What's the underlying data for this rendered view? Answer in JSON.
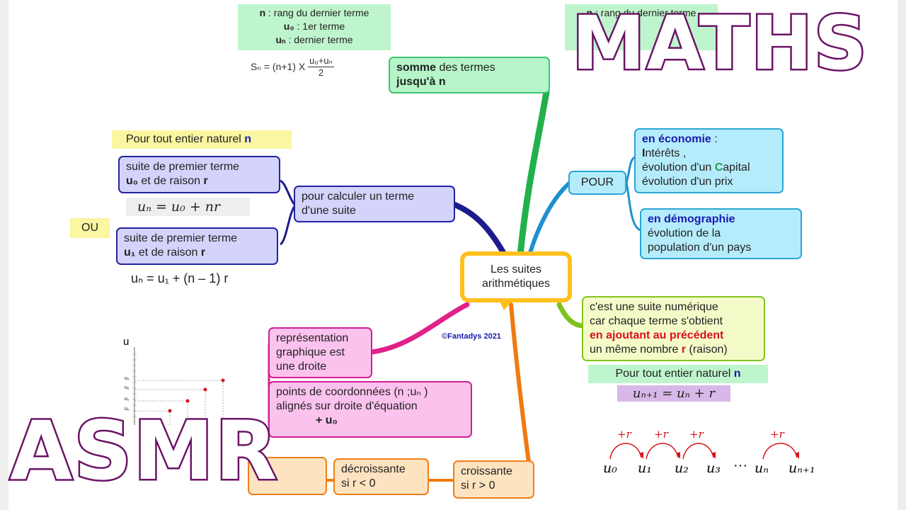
{
  "center": {
    "line1": "Les suites",
    "line2": "arithmétiques"
  },
  "credit": "©Fantadys 2021",
  "overlay": {
    "top_right": "MATHS",
    "bottom_left": "ASMR"
  },
  "formula_card": {
    "line1_bold": "n",
    "line1_rest": " : rang du dernier terme",
    "line2_bold": "u₀",
    "line2_rest": " : 1er terme",
    "line3_bold": "uₙ",
    "line3_rest": " : dernier terme"
  },
  "sum_formula": {
    "lhs": "Sₙ = (n+1) X",
    "num": "u₀+uₙ",
    "den": "2"
  },
  "somme": {
    "bold1": "somme",
    "rest1": " des termes",
    "bold2": "jusqu'à n"
  },
  "pour": {
    "label": "POUR"
  },
  "economie": {
    "title": "en économie",
    "colon": " :",
    "line2_first": "I",
    "line2_rest": "ntérêts ,",
    "line3_pre": "évolution d'un ",
    "line3_letter": "C",
    "line3_post": "apital",
    "line4": "évolution d'un prix"
  },
  "demographie": {
    "title": "en démographie",
    "line2": "évolution de la",
    "line3": "population d'un pays"
  },
  "definition": {
    "line1": "c'est une suite numérique",
    "line2": "car chaque terme s'obtient",
    "line3": "en ajoutant au précédent",
    "line4_pre": "un même nombre ",
    "line4_r": "r",
    "line4_post": " (raison)"
  },
  "pour_tout_right": {
    "text": "Pour tout entier naturel ",
    "n": "n"
  },
  "recurrence": "uₙ₊₁ = uₙ + r",
  "chain": {
    "step": "+r",
    "u0": "u₀",
    "u1": "u₁",
    "u2": "u₂",
    "u3": "u₃",
    "dots": "···",
    "un": "uₙ",
    "un1": "uₙ₊₁"
  },
  "pour_tout_left": {
    "text": "Pour tout entier naturel ",
    "n": "n"
  },
  "premier_u0": {
    "line1": "suite de premier terme",
    "line2_bold": "u₀",
    "line2_rest": " et de raison ",
    "r": "r"
  },
  "formula_u0": "uₙ = u₀ + nr",
  "ou": "OU",
  "premier_u1": {
    "line1": "suite de premier terme",
    "line2_bold": "u₁",
    "line2_rest": " et de raison ",
    "r": "r"
  },
  "formula_u1": "uₙ = u₁ + (n – 1) r",
  "calculer": {
    "line1": "pour calculer un terme",
    "line2": "d'une suite"
  },
  "representation": {
    "line1": "représentation",
    "line2": "graphique est",
    "line3": "une droite"
  },
  "points": {
    "line1": "points de coordonnées (n ;uₙ )",
    "line2": "alignés sur droite d'équation",
    "line3": "+ u₀"
  },
  "graph": {
    "axis_label": "u",
    "ticks": [
      "u₃",
      "u₂",
      "u₁",
      "u₀"
    ]
  },
  "decroissante": {
    "line1": "décroissante",
    "line2": "si r < 0"
  },
  "croissante": {
    "line1": "croissante",
    "line2": "si r > 0"
  },
  "colors": {
    "green": "#3cc472",
    "blue": "#2aa6d4",
    "navy": "#2323a0",
    "pink": "#d01f94",
    "orange": "#ef7f1a",
    "lime": "#82c521",
    "yellow": "#ffc01d",
    "overlay_stroke": "#6b1366"
  }
}
